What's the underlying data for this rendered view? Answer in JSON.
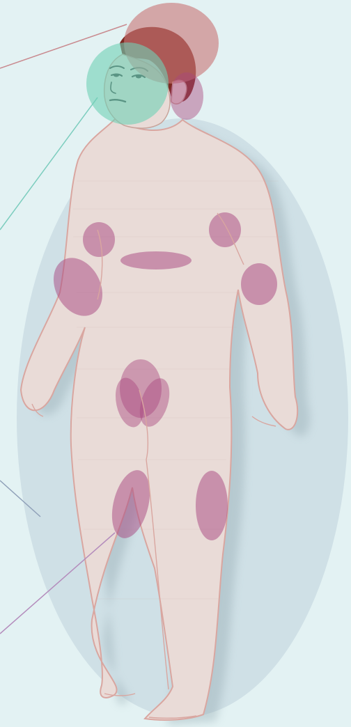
{
  "diagram": {
    "subject": "human-body-figure",
    "colors": {
      "background": "#e3f2f3",
      "backdrop_ellipse": "#cfe0e6",
      "skin": "#e9dbd7",
      "skin_outline": "#d9a6a0",
      "hair": "#7d2a22",
      "region_head_top": "#c97878",
      "region_face": "#6fd0b6",
      "region_purple": "#a8467f",
      "line_red": "#c98a8f",
      "line_teal": "#7ccdbe",
      "line_slate": "#8fa0b8",
      "line_purple": "#b48cbc"
    },
    "highlighted_regions": [
      "scalp",
      "face",
      "ear",
      "left-chest",
      "right-shoulder",
      "abdomen",
      "left-elbow",
      "right-elbow",
      "groin-left",
      "groin-right",
      "groin-center",
      "left-knee",
      "right-knee"
    ],
    "leader_lines": [
      "scalp-leader",
      "face-leader",
      "hip-leader",
      "knee-leader"
    ]
  }
}
